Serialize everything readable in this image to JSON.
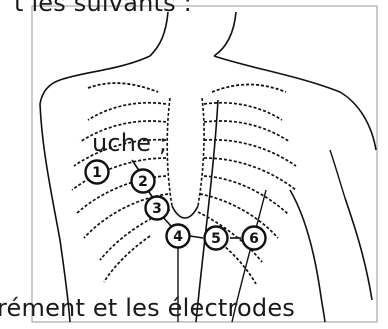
{
  "text_fragments": {
    "top": "t les suivants :",
    "middle": "uche ;",
    "bottom": "rément et les électrodes"
  },
  "electrodes": [
    {
      "label": "1"
    },
    {
      "label": "2"
    },
    {
      "label": "3"
    },
    {
      "label": "4"
    },
    {
      "label": "5"
    },
    {
      "label": "6"
    }
  ],
  "colors": {
    "ink": "#111111",
    "frame": "#9a9a9a",
    "background": "#ffffff"
  }
}
